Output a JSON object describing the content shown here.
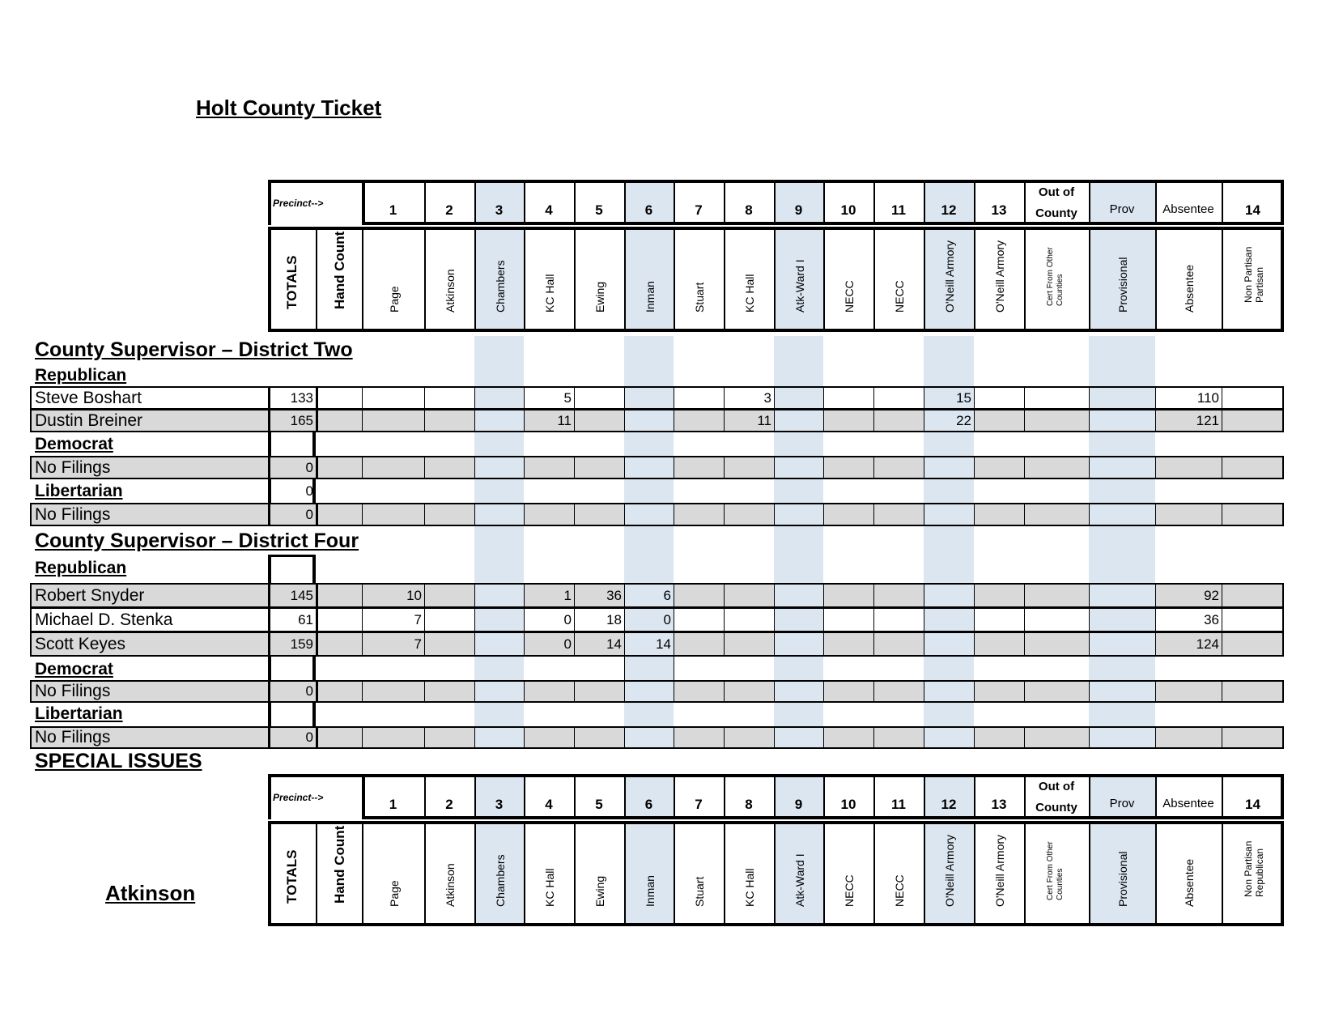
{
  "title": "Holt County Ticket",
  "precinct_label": "Precinct-->",
  "totals_label": "TOTALS",
  "hand_count_label": "Hand Count",
  "precinct_numbers": [
    "1",
    "2",
    "3",
    "4",
    "5",
    "6",
    "7",
    "8",
    "9",
    "10",
    "11",
    "12",
    "13",
    "Out of County",
    "Prov",
    "Absentee",
    "14"
  ],
  "precinct_names": [
    "Page",
    "Atkinson",
    "Chambers",
    "KC Hall",
    "Ewing",
    "Inman",
    "Stuart",
    "KC Hall",
    "Atk-Ward I",
    "NECC",
    "NECC",
    "O'Neill Armory",
    "O'Neill Armory",
    "Cert From Other Counties",
    "Provisional",
    "Absentee",
    "Non Partisan Partisan"
  ],
  "precinct_names_bottom_last": "Non Partisan Republican",
  "district_two": {
    "heading": "County Supervisor – District Two",
    "republican_label": "Republican",
    "democrat_label": "Democrat",
    "libertarian_label": "Libertarian",
    "rows": [
      {
        "name": "Steve Boshart",
        "total": "133",
        "values": {
          "4": "5",
          "8": "3",
          "12": "15",
          "absentee": "110"
        }
      },
      {
        "name": "Dustin Breiner",
        "total": "165",
        "values": {
          "4": "11",
          "8": "11",
          "12": "22",
          "absentee": "121"
        }
      }
    ],
    "democrat_row": {
      "name": "No Filings",
      "total": "0"
    },
    "libertarian_total": "0",
    "libertarian_row": {
      "name": "No Filings",
      "total": "0"
    }
  },
  "district_four": {
    "heading": "County Supervisor – District Four",
    "republican_label": "Republican",
    "democrat_label": "Democrat",
    "libertarian_label": "Libertarian",
    "rows": [
      {
        "name": "Robert Snyder",
        "total": "145",
        "values": {
          "1": "10",
          "4": "1",
          "5": "36",
          "6": "6",
          "absentee": "92"
        }
      },
      {
        "name": "Michael D. Stenka",
        "total": "61",
        "values": {
          "1": "7",
          "4": "0",
          "5": "18",
          "6": "0",
          "absentee": "36"
        }
      },
      {
        "name": "Scott Keyes",
        "total": "159",
        "values": {
          "1": "7",
          "4": "0",
          "5": "14",
          "6": "14",
          "absentee": "124"
        }
      }
    ],
    "democrat_row": {
      "name": "No Filings",
      "total": "0"
    },
    "libertarian_row": {
      "name": "No Filings",
      "total": "0"
    }
  },
  "special_issues": "SPECIAL ISSUES",
  "atkinson": "Atkinson"
}
